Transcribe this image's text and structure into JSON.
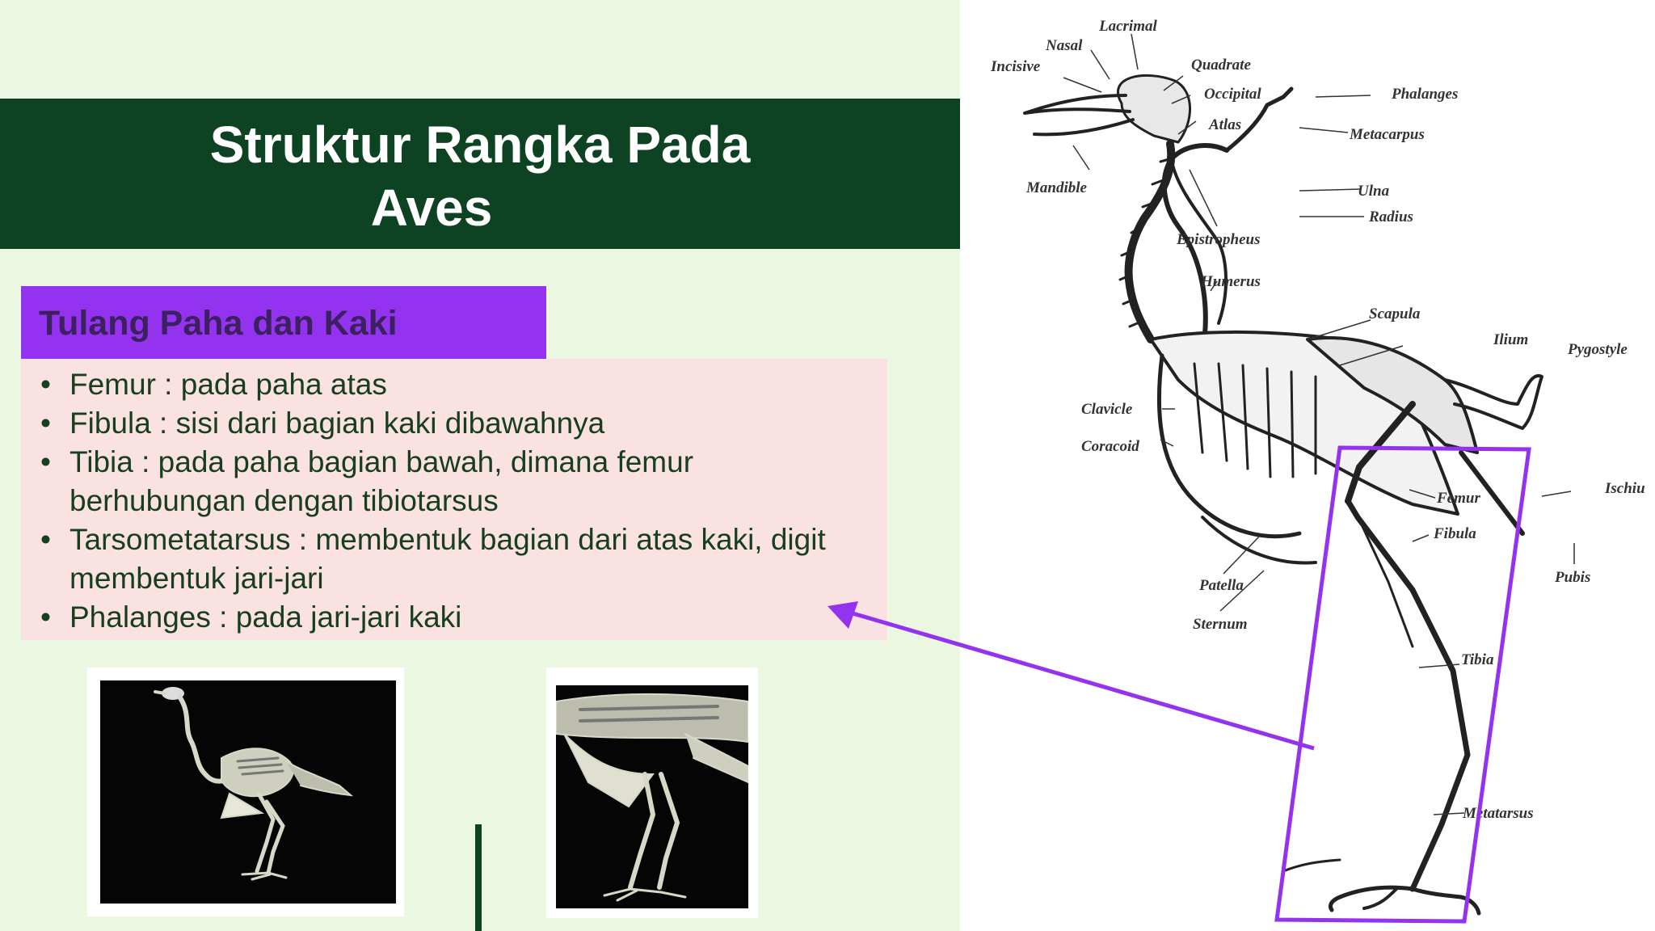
{
  "slide": {
    "title_line1": "Struktur Rangka Pada",
    "title_line2": "Aves",
    "subheading": "Tulang Paha dan Kaki",
    "bullets": [
      "Femur : pada paha atas",
      "Fibula : sisi dari bagian kaki dibawahnya",
      "Tibia : pada paha bagian bawah, dimana femur berhubungan dengan tibiotarsus",
      "Tarsometatarsus : membentuk bagian dari atas kaki, digit membentuk jari-jari",
      "Phalanges : pada jari-jari kaki"
    ]
  },
  "diagram": {
    "labels": {
      "lacrimal": "Lacrimal",
      "nasal": "Nasal",
      "incisive": "Incisive",
      "quadrate": "Quadrate",
      "occipital": "Occipital",
      "atlas": "Atlas",
      "mandible": "Mandible",
      "phalanges": "Phalanges",
      "metacarpus": "Metacarpus",
      "ulna": "Ulna",
      "radius": "Radius",
      "epistropheus": "Epistropheus",
      "humerus": "Humerus",
      "scapula": "Scapula",
      "ilium": "Ilium",
      "pygostyle": "Pygostyle",
      "clavicle": "Clavicle",
      "coracoid": "Coracoid",
      "ischium": "Ischiu",
      "femur": "Femur",
      "fibula": "Fibula",
      "pubis": "Pubis",
      "patella": "Patella",
      "sternum": "Sternum",
      "tibia": "Tibia",
      "metatarsus": "Metatarsus"
    }
  },
  "colors": {
    "title_band": "#0d4222",
    "accent": "#9333f0",
    "list_bg": "#fbe2e2",
    "page_bg": "#ebf7e1"
  }
}
